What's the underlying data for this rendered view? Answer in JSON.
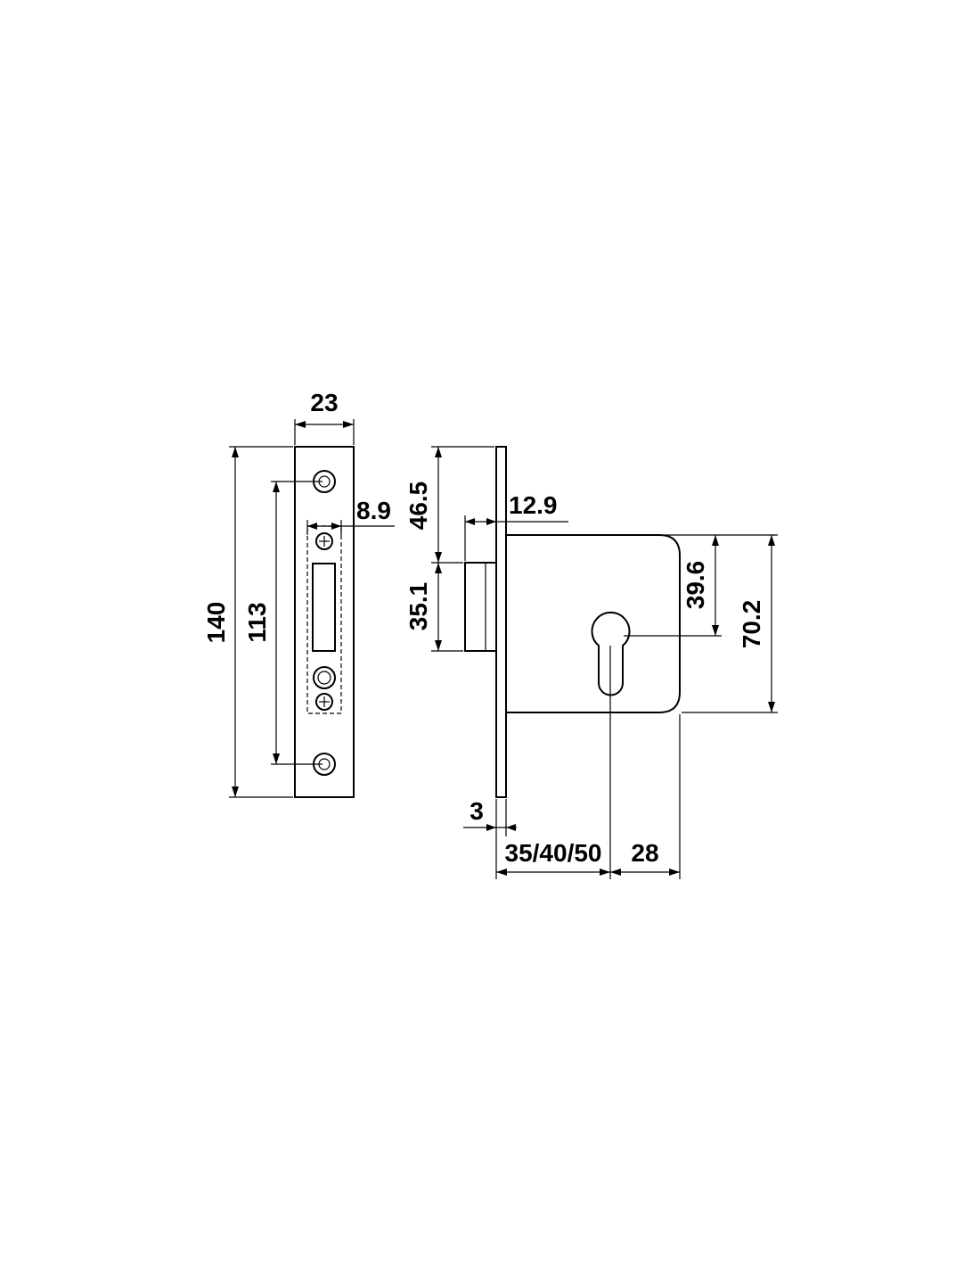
{
  "dimensions": {
    "faceplate_width": "23",
    "faceplate_height": "140",
    "screw_spacing": "113",
    "bolt_slot_offset": "8.9",
    "top_to_bolt": "46.5",
    "bolt_height": "35.1",
    "bolt_projection": "12.9",
    "faceplate_thickness": "3",
    "backset": "35/40/50",
    "cylinder_to_back": "28",
    "cylinder_center_height": "39.6",
    "case_height": "70.2"
  }
}
